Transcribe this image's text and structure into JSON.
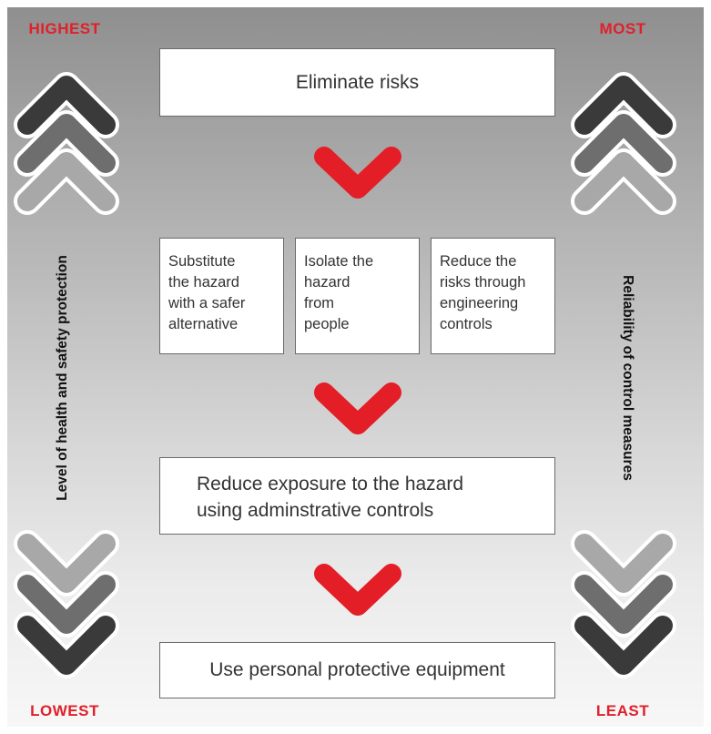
{
  "labels": {
    "top_left": "HIGHEST",
    "top_right": "MOST",
    "bottom_left": "LOWEST",
    "bottom_right": "LEAST",
    "left_axis": "Level of health and safety protection",
    "right_axis": "Reliability of control measures"
  },
  "steps": {
    "eliminate": "Eliminate risks",
    "substitute": [
      "Substitute",
      "the hazard",
      "with a safer",
      "alternative"
    ],
    "isolate": [
      "Isolate the",
      "hazard",
      "from",
      "people"
    ],
    "engineering": [
      "Reduce the",
      "risks through",
      "engineering",
      "controls"
    ],
    "administrative": [
      "Reduce exposure to the hazard",
      "using adminstrative controls"
    ],
    "ppe": "Use personal protective equipment"
  },
  "colors": {
    "accent_red": "#e31e26",
    "label_red": "#e0202a",
    "chevron_dark": "#3a3a3a",
    "chevron_mid": "#6e6e6e",
    "chevron_light": "#a8a8a8"
  },
  "icons": {
    "up_chevrons": "chevron-up-icon",
    "down_chevrons": "chevron-down-icon",
    "flow_arrows": "red-chevron-down-icon"
  }
}
